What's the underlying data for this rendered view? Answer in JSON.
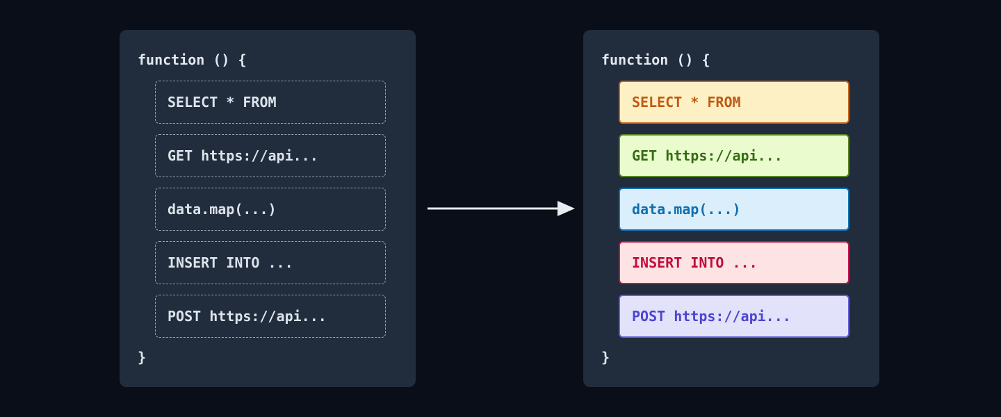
{
  "title": "Code transformation diagram",
  "colors": {
    "page_bg": "#0a0e18",
    "panel_bg": "#212c3c",
    "code_text": "#e2e8f0",
    "dashed_border": "#9aa3b2",
    "dashed_text": "#dce3eb",
    "arrow": "#e8ebf0"
  },
  "left_panel": {
    "header": "function () {",
    "footer": "}",
    "blocks": [
      {
        "label": "SELECT * FROM"
      },
      {
        "label": "GET https://api..."
      },
      {
        "label": "data.map(...)"
      },
      {
        "label": "INSERT INTO ..."
      },
      {
        "label": "POST https://api..."
      }
    ]
  },
  "right_panel": {
    "header": "function () {",
    "footer": "}",
    "blocks": [
      {
        "label": "SELECT * FROM",
        "bg": "#fcf0c4",
        "border": "#c9661c",
        "text": "#c05a12"
      },
      {
        "label": "GET https://api...",
        "bg": "#eafbcd",
        "border": "#578323",
        "text": "#336e12"
      },
      {
        "label": "data.map(...)",
        "bg": "#dbeefb",
        "border": "#1273b4",
        "text": "#0e6fb0"
      },
      {
        "label": "INSERT INTO ...",
        "bg": "#fde3e3",
        "border": "#c4164a",
        "text": "#c00d3c"
      },
      {
        "label": "POST https://api...",
        "bg": "#e2e2fb",
        "border": "#685fd9",
        "text": "#4d44d4"
      }
    ]
  }
}
